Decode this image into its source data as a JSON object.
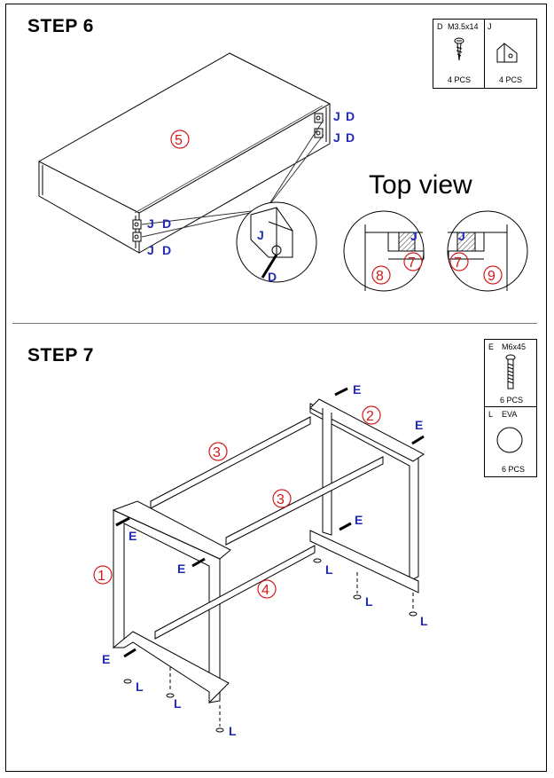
{
  "step6": {
    "title": "STEP 6",
    "top_view": "Top view",
    "parts": [
      {
        "code": "D",
        "spec": "M3.5x14",
        "qty": "4 PCS",
        "icon": "screw-icon"
      },
      {
        "code": "J",
        "spec": "",
        "qty": "4 PCS",
        "icon": "corner-bracket-icon"
      }
    ],
    "labels": {
      "j": "J",
      "d": "D"
    },
    "numbers": {
      "board": "5",
      "left_panel": "8",
      "bracket_left": "7",
      "bracket_right": "7",
      "right_panel": "9"
    }
  },
  "step7": {
    "title": "STEP 7",
    "parts": [
      {
        "code": "E",
        "spec": "M6x45",
        "qty": "6 PCS",
        "icon": "bolt-icon"
      },
      {
        "code": "L",
        "spec": "EVA",
        "qty": "6 PCS",
        "icon": "eva-pad-icon"
      }
    ],
    "labels": {
      "e": "E",
      "l": "L"
    },
    "numbers": {
      "side_frame": "1",
      "top_rail": "2",
      "rail_back": "3",
      "rail_front": "3",
      "bottom_rail": "4"
    }
  }
}
